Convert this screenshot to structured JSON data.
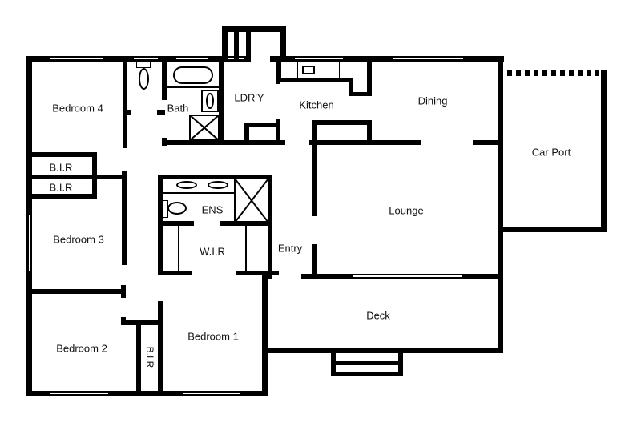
{
  "diagram": {
    "type": "floor-plan",
    "rooms": [
      {
        "id": "bedroom4",
        "label": "Bedroom 4"
      },
      {
        "id": "bath",
        "label": "Bath"
      },
      {
        "id": "laundry",
        "label": "LDR'Y"
      },
      {
        "id": "kitchen",
        "label": "Kitchen"
      },
      {
        "id": "dining",
        "label": "Dining"
      },
      {
        "id": "carport",
        "label": "Car Port"
      },
      {
        "id": "bir_upper",
        "label": "B.I.R"
      },
      {
        "id": "bir_lower",
        "label": "B.I.R"
      },
      {
        "id": "ensuite",
        "label": "ENS"
      },
      {
        "id": "lounge",
        "label": "Lounge"
      },
      {
        "id": "bedroom3",
        "label": "Bedroom 3"
      },
      {
        "id": "wir",
        "label": "W.I.R"
      },
      {
        "id": "entry",
        "label": "Entry"
      },
      {
        "id": "deck",
        "label": "Deck"
      },
      {
        "id": "bedroom2",
        "label": "Bedroom 2"
      },
      {
        "id": "bir_bed2",
        "label": "B.I.R"
      },
      {
        "id": "bedroom1",
        "label": "Bedroom 1"
      }
    ],
    "colors": {
      "walls": "#000000",
      "background": "#ffffff"
    }
  }
}
